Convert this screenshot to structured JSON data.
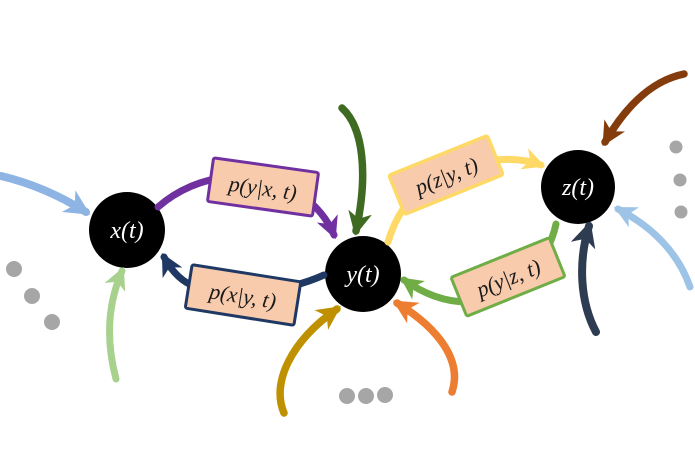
{
  "diagram": {
    "type": "state-transition-graph",
    "nodes": [
      {
        "id": "x",
        "label": "x(t)"
      },
      {
        "id": "y",
        "label": "y(t)"
      },
      {
        "id": "z",
        "label": "z(t)"
      }
    ],
    "edge_labels": [
      {
        "id": "p-y-given-x",
        "text": "p(y|x, t)",
        "border_color": "#7030a0"
      },
      {
        "id": "p-x-given-y",
        "text": "p(x|y, t)",
        "border_color": "#1f3864"
      },
      {
        "id": "p-z-given-y",
        "text": "p(z|y, t)",
        "border_color": "#ffd966"
      },
      {
        "id": "p-y-given-z",
        "text": "p(y|z, t)",
        "border_color": "#70ad47"
      }
    ],
    "arrows": [
      {
        "name": "external-into-x-from-left",
        "color": "#8eb4e3"
      },
      {
        "name": "x-to-y",
        "color": "#7030a0",
        "label": "p(y|x, t)"
      },
      {
        "name": "y-to-x",
        "color": "#1f3864",
        "label": "p(x|y, t)"
      },
      {
        "name": "external-into-x-from-bottom",
        "color": "#a9d18e"
      },
      {
        "name": "external-into-y-from-top",
        "color": "#3e6b21"
      },
      {
        "name": "y-to-z",
        "color": "#ffd966",
        "label": "p(z|y, t)"
      },
      {
        "name": "z-to-y",
        "color": "#70ad47",
        "label": "p(y|z, t)"
      },
      {
        "name": "external-into-y-from-bottom-left",
        "color": "#bf9000"
      },
      {
        "name": "external-into-y-from-bottom-right",
        "color": "#ed7d31"
      },
      {
        "name": "external-into-z-from-bottom",
        "color": "#2e3c51"
      },
      {
        "name": "external-into-z-from-right",
        "color": "#9dc3e6"
      },
      {
        "name": "external-into-z-from-top-right",
        "color": "#843c0c"
      }
    ],
    "ellipsis_groups": [
      {
        "name": "left-dots",
        "count": 3
      },
      {
        "name": "bottom-dots",
        "count": 3
      },
      {
        "name": "right-dots",
        "count": 3
      }
    ],
    "colors": {
      "background": "#ffffff",
      "node_fill": "#000000",
      "node_text": "#ffffff",
      "label_fill": "#f8cbad",
      "label_text": "#1a1a1a",
      "dot": "#a6a6a6"
    }
  }
}
